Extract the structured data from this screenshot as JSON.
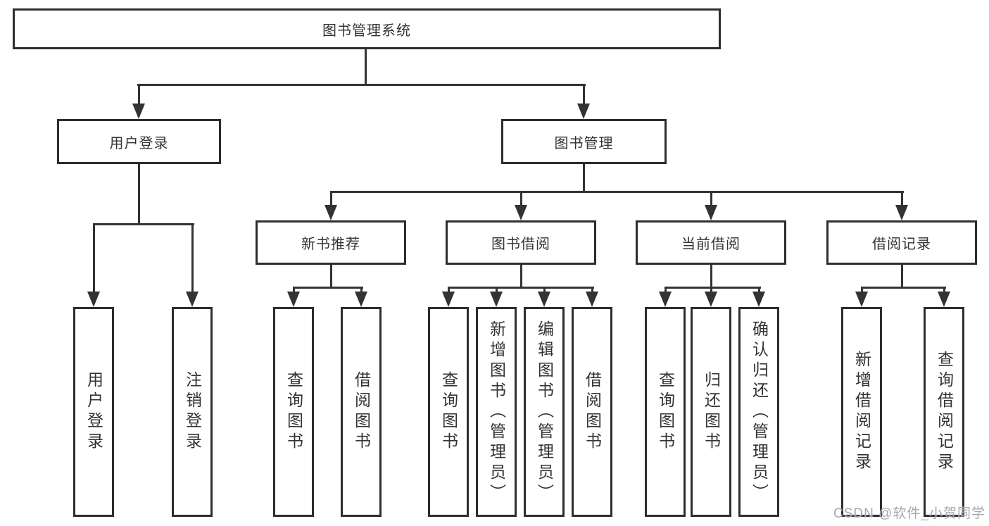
{
  "colors": {
    "line": "#333333",
    "box-border": "#2d2d2d",
    "text": "#333333",
    "watermark": "#a8a8ac",
    "bg": "#ffffff"
  },
  "nodes": {
    "root": "图书管理系统",
    "login": "用户登录",
    "manage": "图书管理",
    "recommend": "新书推荐",
    "borrow": "图书借阅",
    "current": "当前借阅",
    "records": "借阅记录",
    "login_children": [
      "用户登录",
      "注销登录"
    ],
    "recommend_children": [
      "查询图书",
      "借阅图书"
    ],
    "borrow_children": [
      "查询图书",
      "新增图书（管理员）",
      "编辑图书（管理员）",
      "借阅图书"
    ],
    "current_children": [
      "查询图书",
      "归还图书",
      "确认归还（管理员）"
    ],
    "records_children": [
      "新增借阅记录",
      "查询借阅记录"
    ]
  },
  "watermark": "CSDN @软件_小贺同学"
}
